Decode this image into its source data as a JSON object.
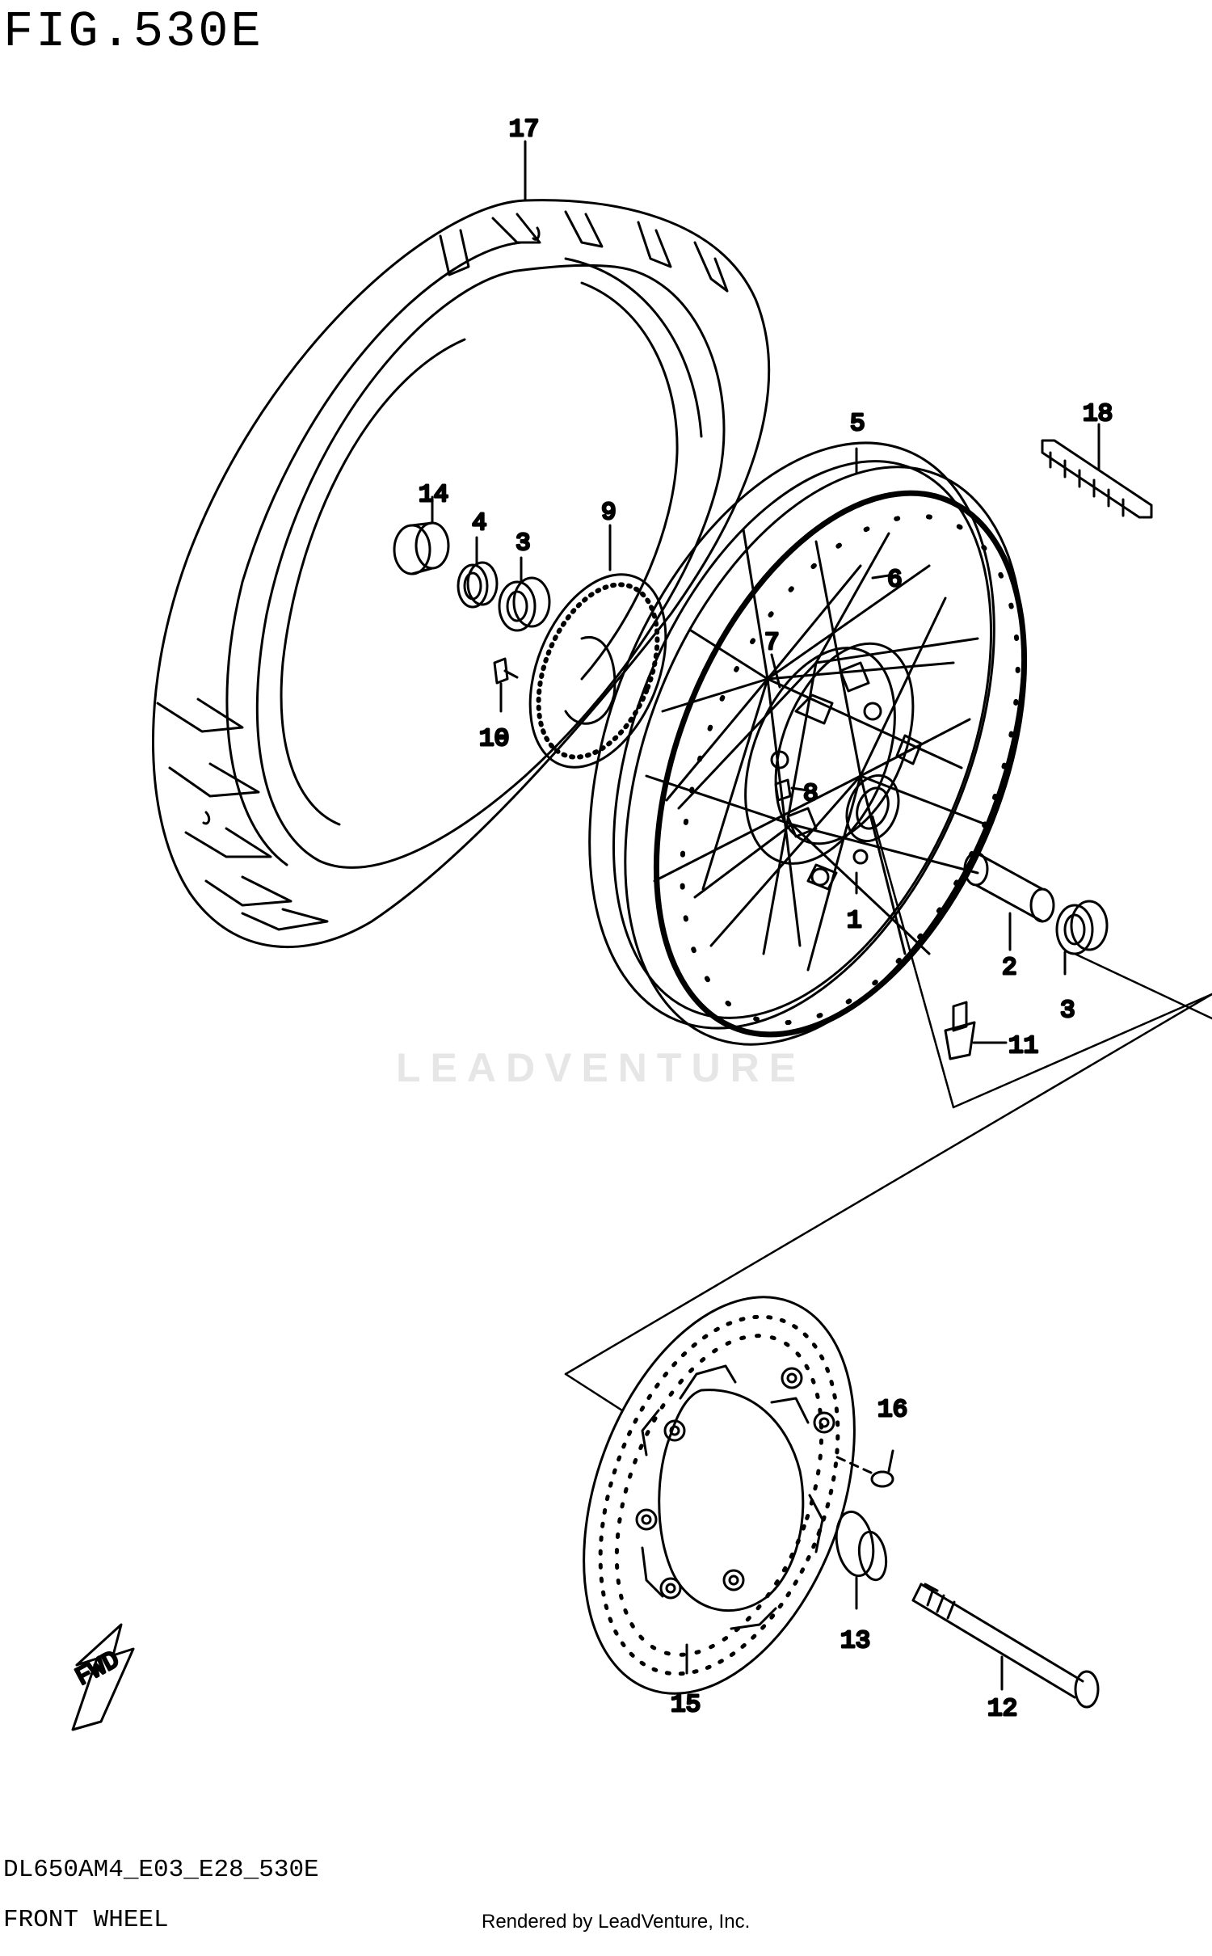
{
  "figure": {
    "title": "FIG.530E",
    "model_code": "DL650AM4_E03_E28_530E",
    "name": "FRONT WHEEL",
    "credit": "Rendered by LeadVenture, Inc.",
    "watermark": "LEADVENTURE",
    "fwd_label": "FWD"
  },
  "callouts": {
    "c1": "1",
    "c2": "2",
    "c3a": "3",
    "c3b": "3",
    "c4": "4",
    "c5": "5",
    "c6": "6",
    "c7": "7",
    "c8": "8",
    "c9": "9",
    "c10": "10",
    "c11": "11",
    "c12": "12",
    "c13": "13",
    "c14": "14",
    "c15": "15",
    "c16": "16",
    "c17": "17",
    "c18": "18"
  },
  "icons": {
    "fwd": "fwd-arrow-icon"
  }
}
